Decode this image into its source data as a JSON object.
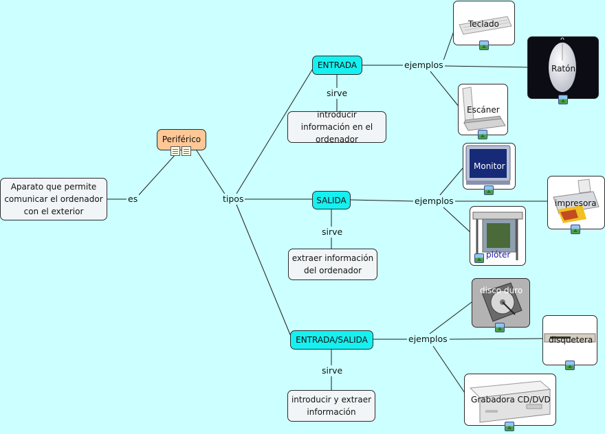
{
  "concepts": {
    "periferico": "Periférico",
    "aparato": "Aparato que permite comunicar el ordenador con el exterior",
    "entrada": "ENTRADA",
    "salida": "SALIDA",
    "entrada_salida": "ENTRADA/SALIDA",
    "introducir": "introducir información en el ordenador",
    "extraer": "extraer información del ordenador",
    "introducir_extraer": "introducir y extraer información"
  },
  "linking_phrases": {
    "es": "es",
    "tipos": "tipos",
    "ejemplos_entrada": "ejemplos",
    "ejemplos_salida": "ejemplos",
    "ejemplos_es": "ejemplos",
    "sirve_entrada": "sirve",
    "sirve_salida": "sirve",
    "sirve_es": "sirve"
  },
  "examples": {
    "teclado": "Teclado",
    "raton": "Ratón",
    "escaner": "Escáner",
    "monitor": "Monitor",
    "impresora": "impresora",
    "ploter": "plóter",
    "disco_duro": "disco duro",
    "disquetera": "disquetera",
    "grabadora": "Grabadora CD/DVD"
  },
  "colors": {
    "background": "#ccffff",
    "type_node": "#16f0f0",
    "root_node": "#ffc796",
    "concept_node": "#f2f5f7"
  }
}
